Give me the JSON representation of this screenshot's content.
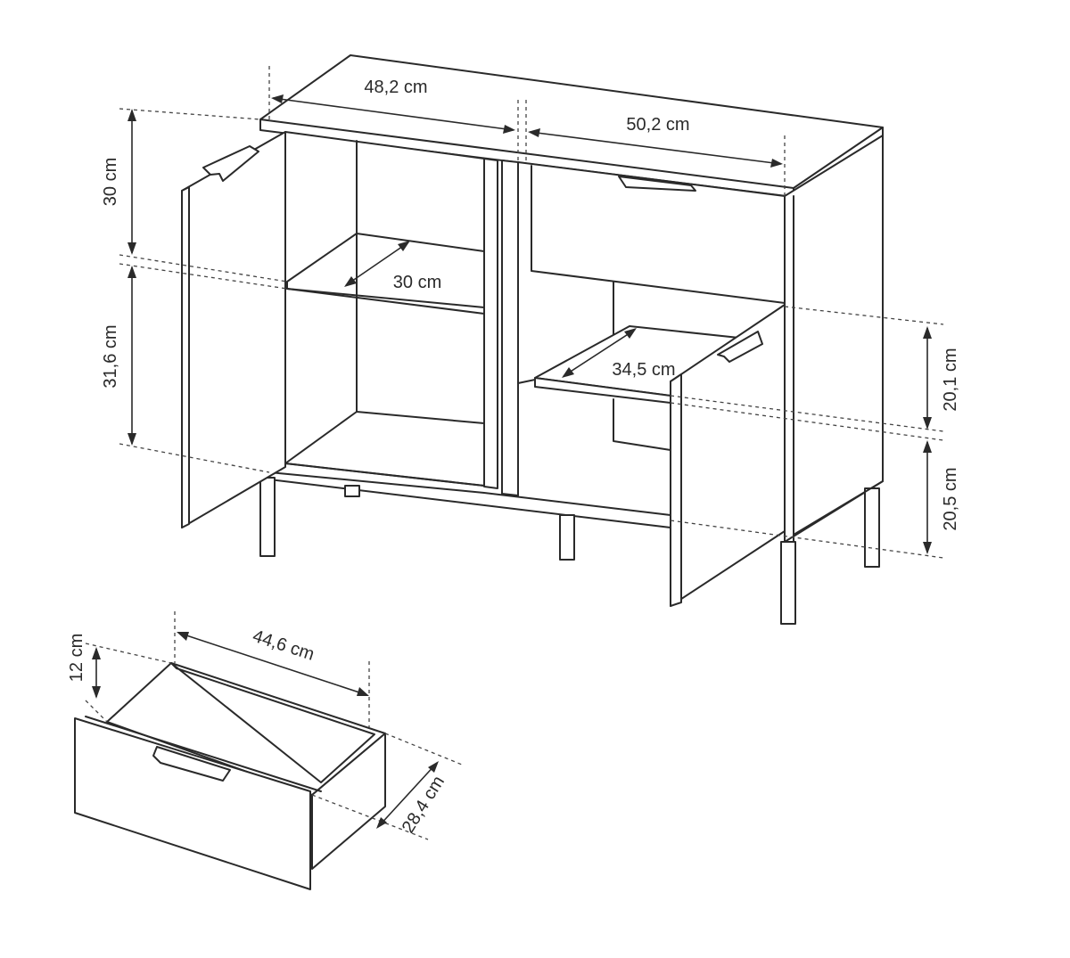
{
  "dimensions": {
    "left_width": "48,2 cm",
    "right_width": "50,2 cm",
    "upper_height": "30 cm",
    "lower_height": "31,6 cm",
    "left_shelf_depth": "30 cm",
    "right_shelf_depth": "34,5 cm",
    "right_upper_height": "20,1 cm",
    "right_lower_height": "20,5 cm",
    "drawer_width": "44,6 cm",
    "drawer_height": "12 cm",
    "drawer_depth": "28,4 cm"
  }
}
